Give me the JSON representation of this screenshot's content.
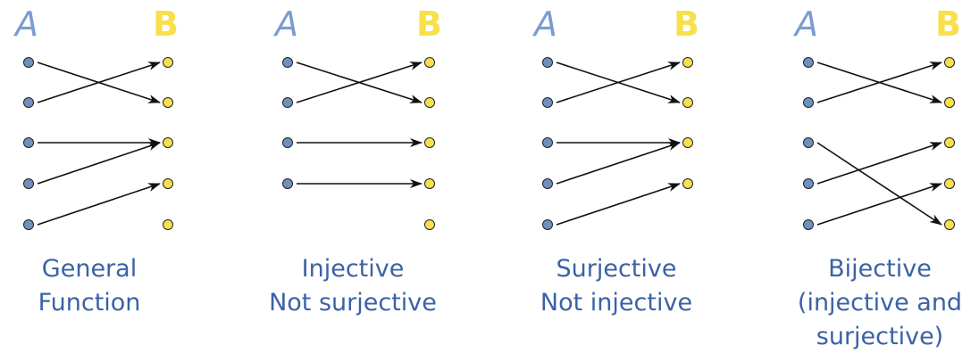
{
  "colors": {
    "domain_dot": "#6f8fbf",
    "codomain_dot": "#f5e04e",
    "dot_stroke": "#222222",
    "arrow": "#111111",
    "caption": "#3a62a6",
    "label_a": "#7a9cd0",
    "label_b": "#f7e04c"
  },
  "panels": [
    {
      "id": "general",
      "label_a": "A",
      "label_b": "B",
      "caption": [
        "General",
        "Function"
      ],
      "domain_count": 5,
      "codomain_count": 5,
      "mappings": [
        [
          0,
          1
        ],
        [
          1,
          0
        ],
        [
          2,
          2
        ],
        [
          3,
          2
        ],
        [
          4,
          3
        ]
      ]
    },
    {
      "id": "injective",
      "label_a": "A",
      "label_b": "B",
      "caption": [
        "Injective",
        "Not surjective"
      ],
      "domain_count": 4,
      "codomain_count": 5,
      "mappings": [
        [
          0,
          1
        ],
        [
          1,
          0
        ],
        [
          2,
          2
        ],
        [
          3,
          3
        ]
      ]
    },
    {
      "id": "surjective",
      "label_a": "A",
      "label_b": "B",
      "caption": [
        "Surjective",
        "Not injective"
      ],
      "domain_count": 5,
      "codomain_count": 4,
      "mappings": [
        [
          0,
          1
        ],
        [
          1,
          0
        ],
        [
          2,
          2
        ],
        [
          3,
          2
        ],
        [
          4,
          3
        ]
      ]
    },
    {
      "id": "bijective",
      "label_a": "A",
      "label_b": "B",
      "caption": [
        "Bijective",
        "(injective and",
        "surjective)"
      ],
      "domain_count": 5,
      "codomain_count": 5,
      "mappings": [
        [
          0,
          1
        ],
        [
          1,
          0
        ],
        [
          2,
          4
        ],
        [
          3,
          2
        ],
        [
          4,
          3
        ]
      ]
    }
  ]
}
